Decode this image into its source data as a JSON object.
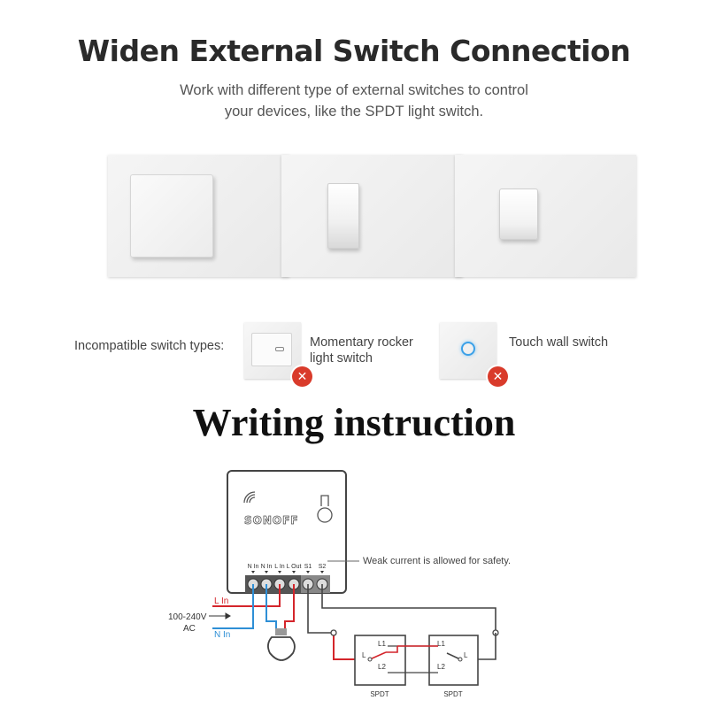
{
  "header": {
    "title": "Widen External Switch Connection",
    "subtitle_line1": "Work with different type of external switches to control",
    "subtitle_line2": "your devices, like the SPDT light switch."
  },
  "incompatible": {
    "label": "Incompatible switch types:",
    "items": [
      {
        "line1": "Momentary rocker",
        "line2": "light switch",
        "icon": "cross-icon"
      },
      {
        "line1": "Touch wall switch",
        "line2": "",
        "icon": "cross-icon"
      }
    ]
  },
  "section_heading": "Writing instruction",
  "diagram": {
    "brand": "SONOFF",
    "terminals": [
      "N In",
      "N In",
      "L In",
      "L Out",
      "S1",
      "S2"
    ],
    "note": "Weak current is allowed for safety.",
    "supply": {
      "live": "L In",
      "voltage": "100-240V",
      "ac": "AC",
      "neutral": "N In"
    },
    "spdt_label": "SPDT",
    "spdt_terminals": {
      "l1": "L1",
      "l2": "L2",
      "l": "L"
    },
    "colors": {
      "live": "#d4252b",
      "neutral": "#2e8fd6",
      "signal": "#444444"
    }
  }
}
